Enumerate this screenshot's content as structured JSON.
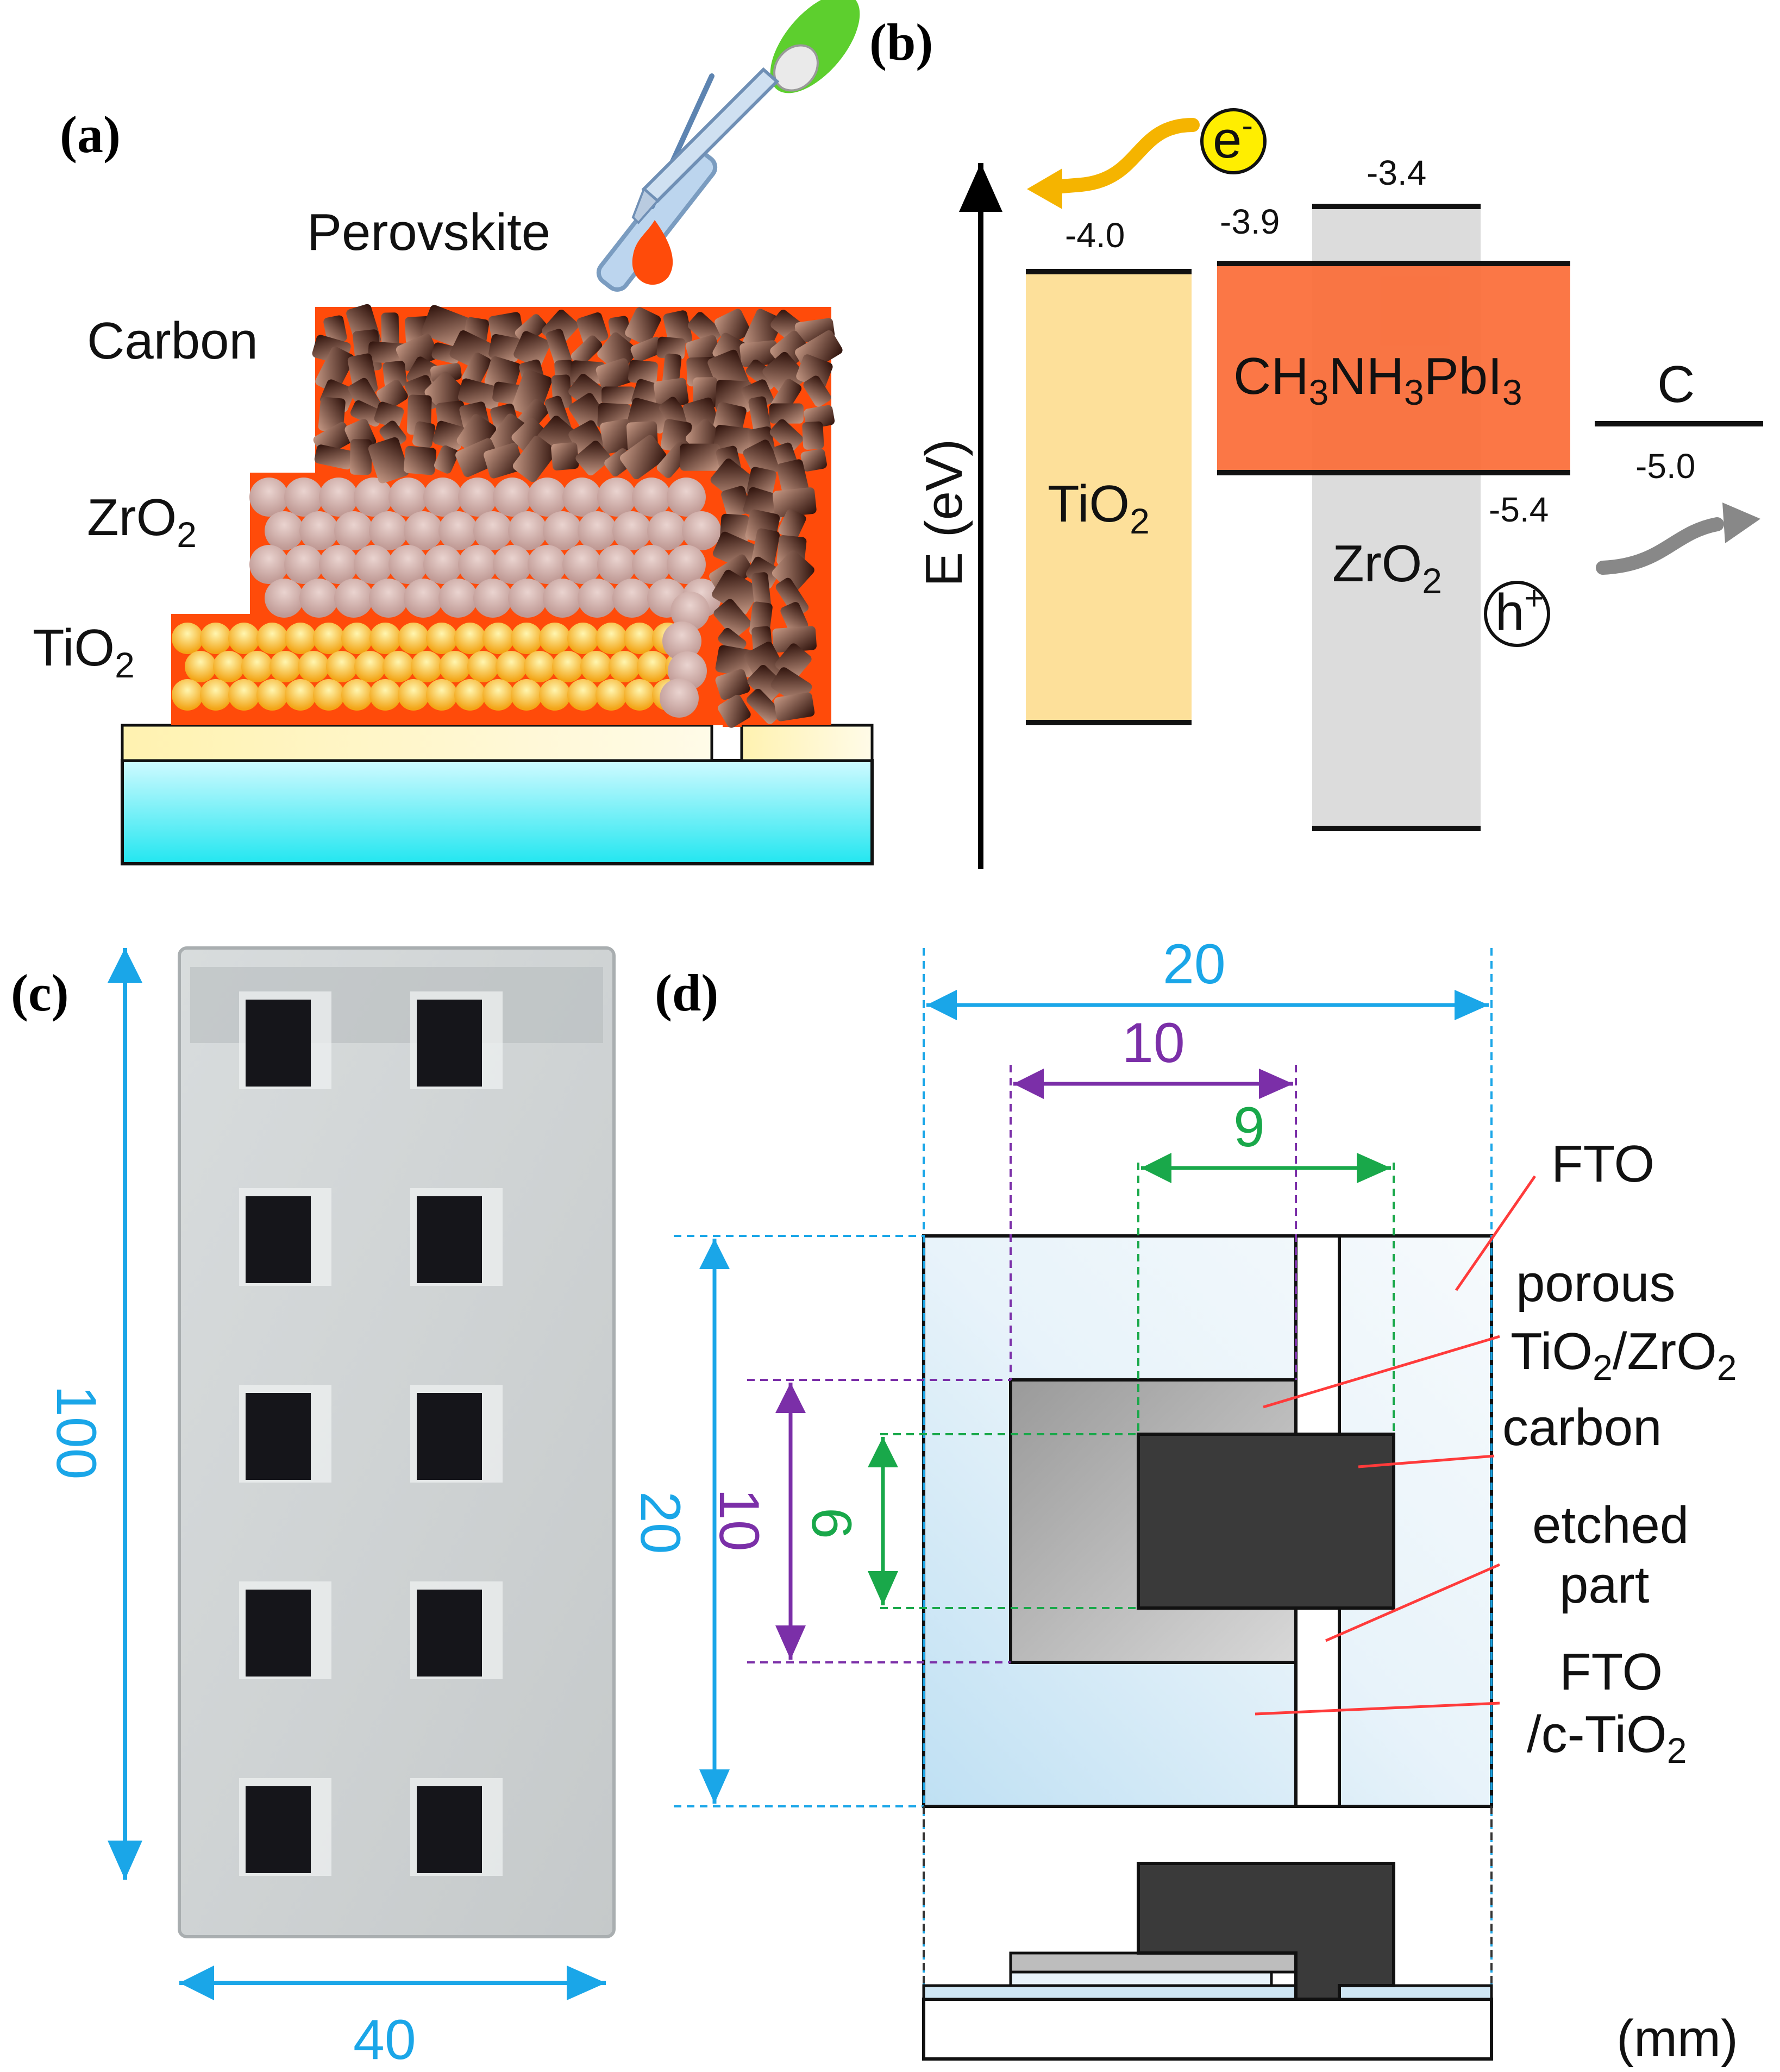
{
  "panels": {
    "a": "(a)",
    "b": "(b)",
    "c": "(c)",
    "d": "(d)"
  },
  "panel_a": {
    "perovskite_label": "Perovskite",
    "carbon_label": "Carbon",
    "zro2_label": {
      "base": "ZrO",
      "sub": "2"
    },
    "tio2_label": {
      "base": "TiO",
      "sub": "2"
    }
  },
  "panel_b": {
    "axis_label": "E (eV)",
    "electron": {
      "base": "e",
      "sup": "-"
    },
    "hole": {
      "base": "h",
      "sup": "+"
    },
    "tio2": {
      "cb": "-4.0",
      "label": {
        "base": "TiO",
        "sub": "2"
      }
    },
    "zro2": {
      "cb": "-3.4",
      "label": {
        "base": "ZrO",
        "sub": "2"
      }
    },
    "perovskite": {
      "cb": "-3.9",
      "vb": "-5.4",
      "label": {
        "p1": "CH",
        "s1": "3",
        "p2": "NH",
        "s2": "3",
        "p3": "PbI",
        "s3": "3"
      }
    },
    "carbon": {
      "label": "C",
      "level": "-5.0"
    },
    "colors": {
      "tio2": "#fde09a",
      "zro2": "#dcdcdc",
      "perovskite": "#fb6b36",
      "electron": "#ffee00",
      "arrow_e": "#f5b400",
      "arrow_h": "#888888"
    }
  },
  "panel_c": {
    "height_label": "100",
    "width_label": "40",
    "dim_color": "#1aa6e8"
  },
  "panel_d": {
    "width_20": "20",
    "width_10": "10",
    "width_9": "9",
    "height_20": "20",
    "height_10": "10",
    "height_6": "6",
    "unit": "(mm)",
    "labels": {
      "fto": "FTO",
      "porous_line1": "porous",
      "porous_line2": {
        "p1": "TiO",
        "s1": "2",
        "p2": "/ZrO",
        "s2": "2"
      },
      "carbon": "carbon",
      "etched_line1": "etched",
      "etched_line2": "part",
      "fto_ctio2_line1": "FTO",
      "fto_ctio2_line2": {
        "p1": "/c-TiO",
        "s1": "2"
      }
    },
    "colors": {
      "cyan": "#1aa6e8",
      "purple": "#7b2fa8",
      "green": "#19a84a",
      "leader": "#ff3b3b"
    }
  }
}
